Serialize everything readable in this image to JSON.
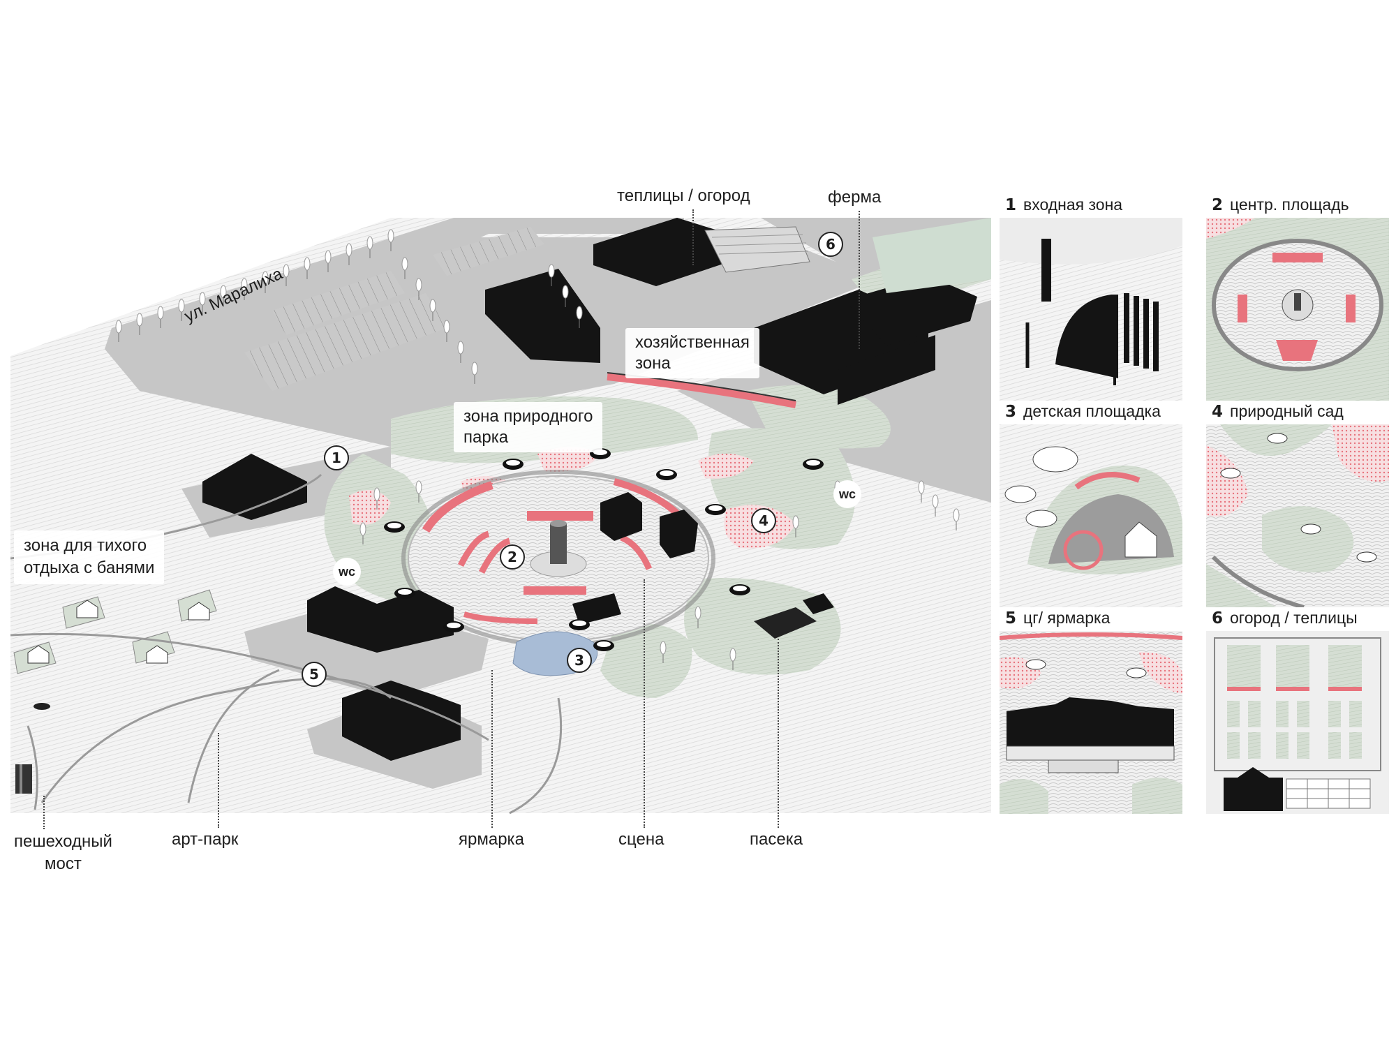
{
  "main_plan": {
    "street": "ул. Маралиха",
    "callouts": {
      "greenhouses": "теплицы / огород",
      "farm": "ферма",
      "utility_zone": "хозяйственная\nзона",
      "nature_park_zone": "зона природного\nпарка",
      "quiet_rest": "зона для тихого\nотдыха с банями",
      "footbridge": "пешеходный\nмост",
      "art_park": "арт-парк",
      "fair": "ярмарка",
      "stage": "сцена",
      "apiary": "пасека"
    },
    "markers": [
      "1",
      "2",
      "3",
      "4",
      "5",
      "6"
    ],
    "wc_label": "wc"
  },
  "panels": [
    {
      "num": "1",
      "title": "входная зона"
    },
    {
      "num": "2",
      "title": "центр. площадь"
    },
    {
      "num": "3",
      "title": "детская площадка"
    },
    {
      "num": "4",
      "title": "природный сад"
    },
    {
      "num": "5",
      "title": "цг/ ярмарка"
    },
    {
      "num": "6",
      "title": "огород / теплицы"
    }
  ],
  "colors": {
    "accent_red": "#e8737d",
    "ground_grey": "#c7c7c7",
    "lawn_green": "#d3ddd1",
    "building_black": "#141414",
    "paving_light": "#eeeeee"
  }
}
